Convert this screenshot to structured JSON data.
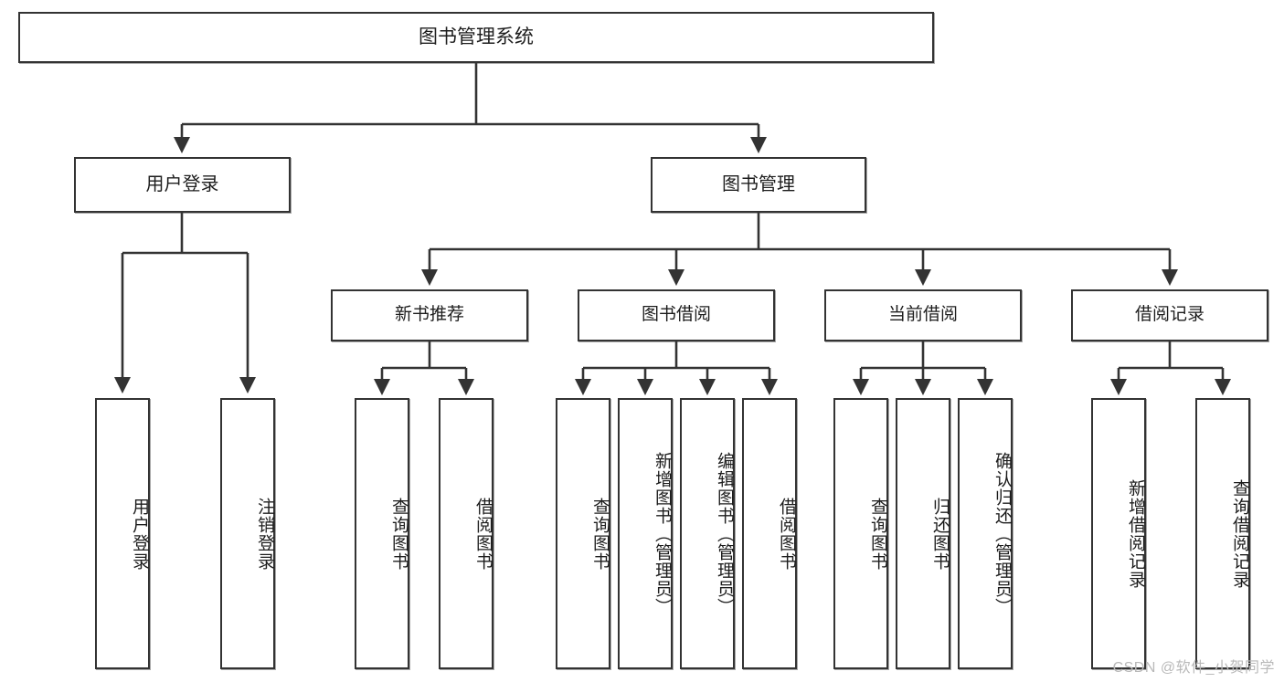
{
  "diagram": {
    "title": "图书管理系统",
    "watermark": "CSDN @软件_小贺同学",
    "colors": {
      "stroke": "#333333",
      "fill": "#ffffff",
      "text": "#1d1d1d",
      "watermark": "#b9b9b9"
    },
    "root": {
      "label": "图书管理系统"
    },
    "level2": [
      {
        "label": "用户登录"
      },
      {
        "label": "图书管理"
      }
    ],
    "level3": [
      {
        "label": "新书推荐"
      },
      {
        "label": "图书借阅"
      },
      {
        "label": "当前借阅"
      },
      {
        "label": "借阅记录"
      }
    ],
    "leaves": {
      "user_login": [
        {
          "label": "用户登录"
        },
        {
          "label": "注销登录"
        }
      ],
      "new_book": [
        {
          "label": "查询图书"
        },
        {
          "label": "借阅图书"
        }
      ],
      "book_borrow": [
        {
          "label": "查询图书"
        },
        {
          "label": "新增图书（管理员）"
        },
        {
          "label": "编辑图书（管理员）"
        },
        {
          "label": "借阅图书"
        }
      ],
      "current_borrow": [
        {
          "label": "查询图书"
        },
        {
          "label": "归还图书"
        },
        {
          "label": "确认归还（管理员）"
        }
      ],
      "borrow_record": [
        {
          "label": "新增借阅记录"
        },
        {
          "label": "查询借阅记录"
        }
      ]
    }
  }
}
